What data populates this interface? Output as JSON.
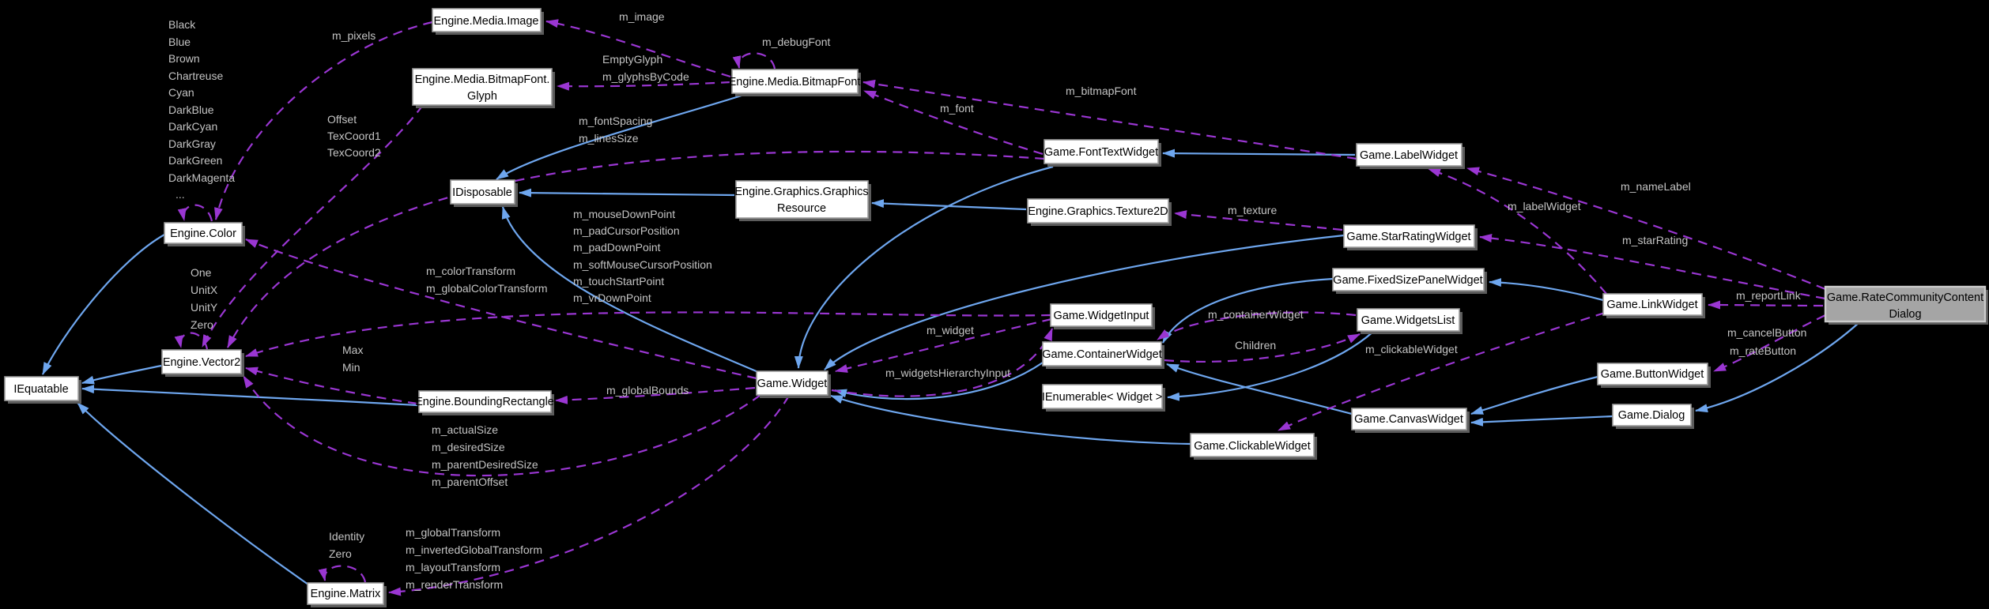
{
  "diagram": {
    "type": "doxygen-collaboration-graph",
    "focus_node": "Game.RateCommunityContentDialog",
    "colors": {
      "background": "#000000",
      "inheritance_edge": "#6ea6ee",
      "usage_edge": "#9a36d2",
      "node_fill": "#ffffff",
      "node_border": "#9c9c9c",
      "focus_node_fill": "#a5a5a5",
      "edge_label_text": "#c4c4c4",
      "node_text": "#000000"
    },
    "nodes": {
      "image": {
        "label": "Engine.Media.Image"
      },
      "glyph": {
        "line1": "Engine.Media.BitmapFont.",
        "line2": "Glyph"
      },
      "bitmapfont": {
        "label": "Engine.Media.BitmapFont"
      },
      "fonttext": {
        "label": "Game.FontTextWidget"
      },
      "labelwidget": {
        "label": "Game.LabelWidget"
      },
      "idisposable": {
        "label": "IDisposable"
      },
      "graphicsresource": {
        "line1": "Engine.Graphics.Graphics",
        "line2": "Resource"
      },
      "texture2d": {
        "label": "Engine.Graphics.Texture2D"
      },
      "starrating": {
        "label": "Game.StarRatingWidget"
      },
      "fixedsizepanel": {
        "label": "Game.FixedSizePanelWidget"
      },
      "linkwidget": {
        "label": "Game.LinkWidget"
      },
      "ratedialog": {
        "line1": "Game.RateCommunityContent",
        "line2": "Dialog"
      },
      "widgetinput": {
        "label": "Game.WidgetInput"
      },
      "containerwidget": {
        "label": "Game.ContainerWidget"
      },
      "widgetslist": {
        "label": "Game.WidgetsList"
      },
      "buttonwidget": {
        "label": "Game.ButtonWidget"
      },
      "ienumerable": {
        "label": "IEnumerable< Widget >"
      },
      "dialog": {
        "label": "Game.Dialog"
      },
      "canvaswidget": {
        "label": "Game.CanvasWidget"
      },
      "widget": {
        "label": "Game.Widget"
      },
      "clickablewidget": {
        "label": "Game.ClickableWidget"
      },
      "vector2": {
        "label": "Engine.Vector2"
      },
      "color": {
        "label": "Engine.Color"
      },
      "iequatable": {
        "label": "IEquatable"
      },
      "boundingrect": {
        "label": "Engine.BoundingRectangle"
      },
      "matrix": {
        "label": "Engine.Matrix"
      }
    },
    "inheritance": [
      {
        "from": "Engine.Color",
        "to": "IEquatable"
      },
      {
        "from": "Engine.Vector2",
        "to": "IEquatable"
      },
      {
        "from": "Engine.BoundingRectangle",
        "to": "IEquatable"
      },
      {
        "from": "Engine.Matrix",
        "to": "IEquatable"
      },
      {
        "from": "Engine.Media.BitmapFont",
        "to": "IDisposable"
      },
      {
        "from": "Engine.Graphics.GraphicsResource",
        "to": "IDisposable"
      },
      {
        "from": "Game.Widget",
        "to": "IDisposable"
      },
      {
        "from": "Engine.Graphics.Texture2D",
        "to": "Engine.Graphics.GraphicsResource"
      },
      {
        "from": "Game.FontTextWidget",
        "to": "Game.Widget"
      },
      {
        "from": "Game.StarRatingWidget",
        "to": "Game.Widget"
      },
      {
        "from": "Game.ContainerWidget",
        "to": "Game.Widget"
      },
      {
        "from": "Game.ClickableWidget",
        "to": "Game.Widget"
      },
      {
        "from": "Game.LabelWidget",
        "to": "Game.FontTextWidget"
      },
      {
        "from": "Game.FixedSizePanelWidget",
        "to": "Game.ContainerWidget"
      },
      {
        "from": "Game.CanvasWidget",
        "to": "Game.ContainerWidget"
      },
      {
        "from": "Game.WidgetsList",
        "to": "IEnumerable< Widget >"
      },
      {
        "from": "Game.LinkWidget",
        "to": "Game.FixedSizePanelWidget"
      },
      {
        "from": "Game.ButtonWidget",
        "to": "Game.CanvasWidget"
      },
      {
        "from": "Game.Dialog",
        "to": "Game.CanvasWidget"
      },
      {
        "from": "Game.RateCommunityContentDialog",
        "to": "Game.Dialog"
      }
    ],
    "edges": [
      {
        "from": "Engine.Color",
        "to": "Engine.Color",
        "kind": "uses",
        "labels": [
          "Black",
          "Blue",
          "Brown",
          "Chartreuse",
          "Cyan",
          "DarkBlue",
          "DarkCyan",
          "DarkGray",
          "DarkGreen",
          "DarkMagenta",
          "..."
        ]
      },
      {
        "from": "Engine.Media.Image",
        "to": "Engine.Color",
        "kind": "uses",
        "labels": [
          "m_pixels"
        ]
      },
      {
        "from": "Engine.Media.BitmapFont",
        "to": "Engine.Media.Image",
        "kind": "uses",
        "labels": [
          "m_image"
        ]
      },
      {
        "from": "Engine.Media.BitmapFont",
        "to": "Engine.Media.BitmapFont",
        "kind": "uses",
        "labels": [
          "m_debugFont"
        ]
      },
      {
        "from": "Engine.Media.BitmapFont",
        "to": "Engine.Media.BitmapFont.Glyph",
        "kind": "uses",
        "labels": [
          "EmptyGlyph",
          "m_glyphsByCode"
        ]
      },
      {
        "from": "Game.FontTextWidget",
        "to": "Engine.Media.BitmapFont",
        "kind": "uses",
        "labels": [
          "m_font"
        ]
      },
      {
        "from": "Game.LabelWidget",
        "to": "Engine.Media.BitmapFont",
        "kind": "uses",
        "labels": [
          "m_bitmapFont"
        ]
      },
      {
        "from": "Game.FontTextWidget",
        "to": "Engine.Vector2",
        "kind": "uses",
        "labels": [
          "m_fontSpacing",
          "m_linesSize"
        ]
      },
      {
        "from": "Engine.Media.BitmapFont.Glyph",
        "to": "Engine.Vector2",
        "kind": "uses",
        "labels": [
          "Offset",
          "TexCoord1",
          "TexCoord2"
        ]
      },
      {
        "from": "Game.WidgetInput",
        "to": "Engine.Vector2",
        "kind": "uses",
        "labels": [
          "m_mouseDownPoint",
          "m_padCursorPosition",
          "m_padDownPoint",
          "m_softMouseCursorPosition",
          "m_touchStartPoint",
          "m_vrDownPoint"
        ]
      },
      {
        "from": "Game.Widget",
        "to": "Engine.Color",
        "kind": "uses",
        "labels": [
          "m_colorTransform",
          "m_globalColorTransform"
        ]
      },
      {
        "from": "Game.Widget",
        "to": "Engine.Vector2",
        "kind": "uses",
        "labels": [
          "m_actualSize",
          "m_desiredSize",
          "m_parentDesiredSize",
          "m_parentOffset"
        ]
      },
      {
        "from": "Game.Widget",
        "to": "Engine.Matrix",
        "kind": "uses",
        "labels": [
          "m_globalTransform",
          "m_invertedGlobalTransform",
          "m_layoutTransform",
          "m_renderTransform"
        ]
      },
      {
        "from": "Game.Widget",
        "to": "Engine.BoundingRectangle",
        "kind": "uses",
        "labels": [
          "m_globalBounds"
        ]
      },
      {
        "from": "Game.Widget",
        "to": "Game.WidgetInput",
        "kind": "uses",
        "labels": [
          "m_widgetsHierarchyInput"
        ]
      },
      {
        "from": "Game.WidgetInput",
        "to": "Game.Widget",
        "kind": "uses",
        "labels": [
          "m_widget"
        ]
      },
      {
        "from": "Engine.Vector2",
        "to": "Engine.Vector2",
        "kind": "uses",
        "labels": [
          "One",
          "UnitX",
          "UnitY",
          "Zero"
        ]
      },
      {
        "from": "Engine.Matrix",
        "to": "Engine.Matrix",
        "kind": "uses",
        "labels": [
          "Identity",
          "Zero"
        ]
      },
      {
        "from": "Engine.BoundingRectangle",
        "to": "Engine.Vector2",
        "kind": "uses",
        "labels": [
          "Max",
          "Min"
        ]
      },
      {
        "from": "Game.StarRatingWidget",
        "to": "Engine.Graphics.Texture2D",
        "kind": "uses",
        "labels": [
          "m_texture"
        ]
      },
      {
        "from": "Game.WidgetsList",
        "to": "Game.ContainerWidget",
        "kind": "uses",
        "labels": [
          "m_containerWidget"
        ]
      },
      {
        "from": "Game.ContainerWidget",
        "to": "Game.WidgetsList",
        "kind": "uses",
        "labels": [
          "Children"
        ]
      },
      {
        "from": "Game.LinkWidget",
        "to": "Game.ClickableWidget",
        "kind": "uses",
        "labels": [
          "m_clickableWidget"
        ]
      },
      {
        "from": "Game.LinkWidget",
        "to": "Game.LabelWidget",
        "kind": "uses",
        "labels": [
          "m_labelWidget"
        ]
      },
      {
        "from": "Game.RateCommunityContentDialog",
        "to": "Game.LabelWidget",
        "kind": "uses",
        "labels": [
          "m_nameLabel"
        ]
      },
      {
        "from": "Game.RateCommunityContentDialog",
        "to": "Game.StarRatingWidget",
        "kind": "uses",
        "labels": [
          "m_starRating"
        ]
      },
      {
        "from": "Game.RateCommunityContentDialog",
        "to": "Game.LinkWidget",
        "kind": "uses",
        "labels": [
          "m_reportLink"
        ]
      },
      {
        "from": "Game.RateCommunityContentDialog",
        "to": "Game.ButtonWidget",
        "kind": "uses",
        "labels": [
          "m_cancelButton",
          "m_rateButton"
        ]
      }
    ]
  }
}
